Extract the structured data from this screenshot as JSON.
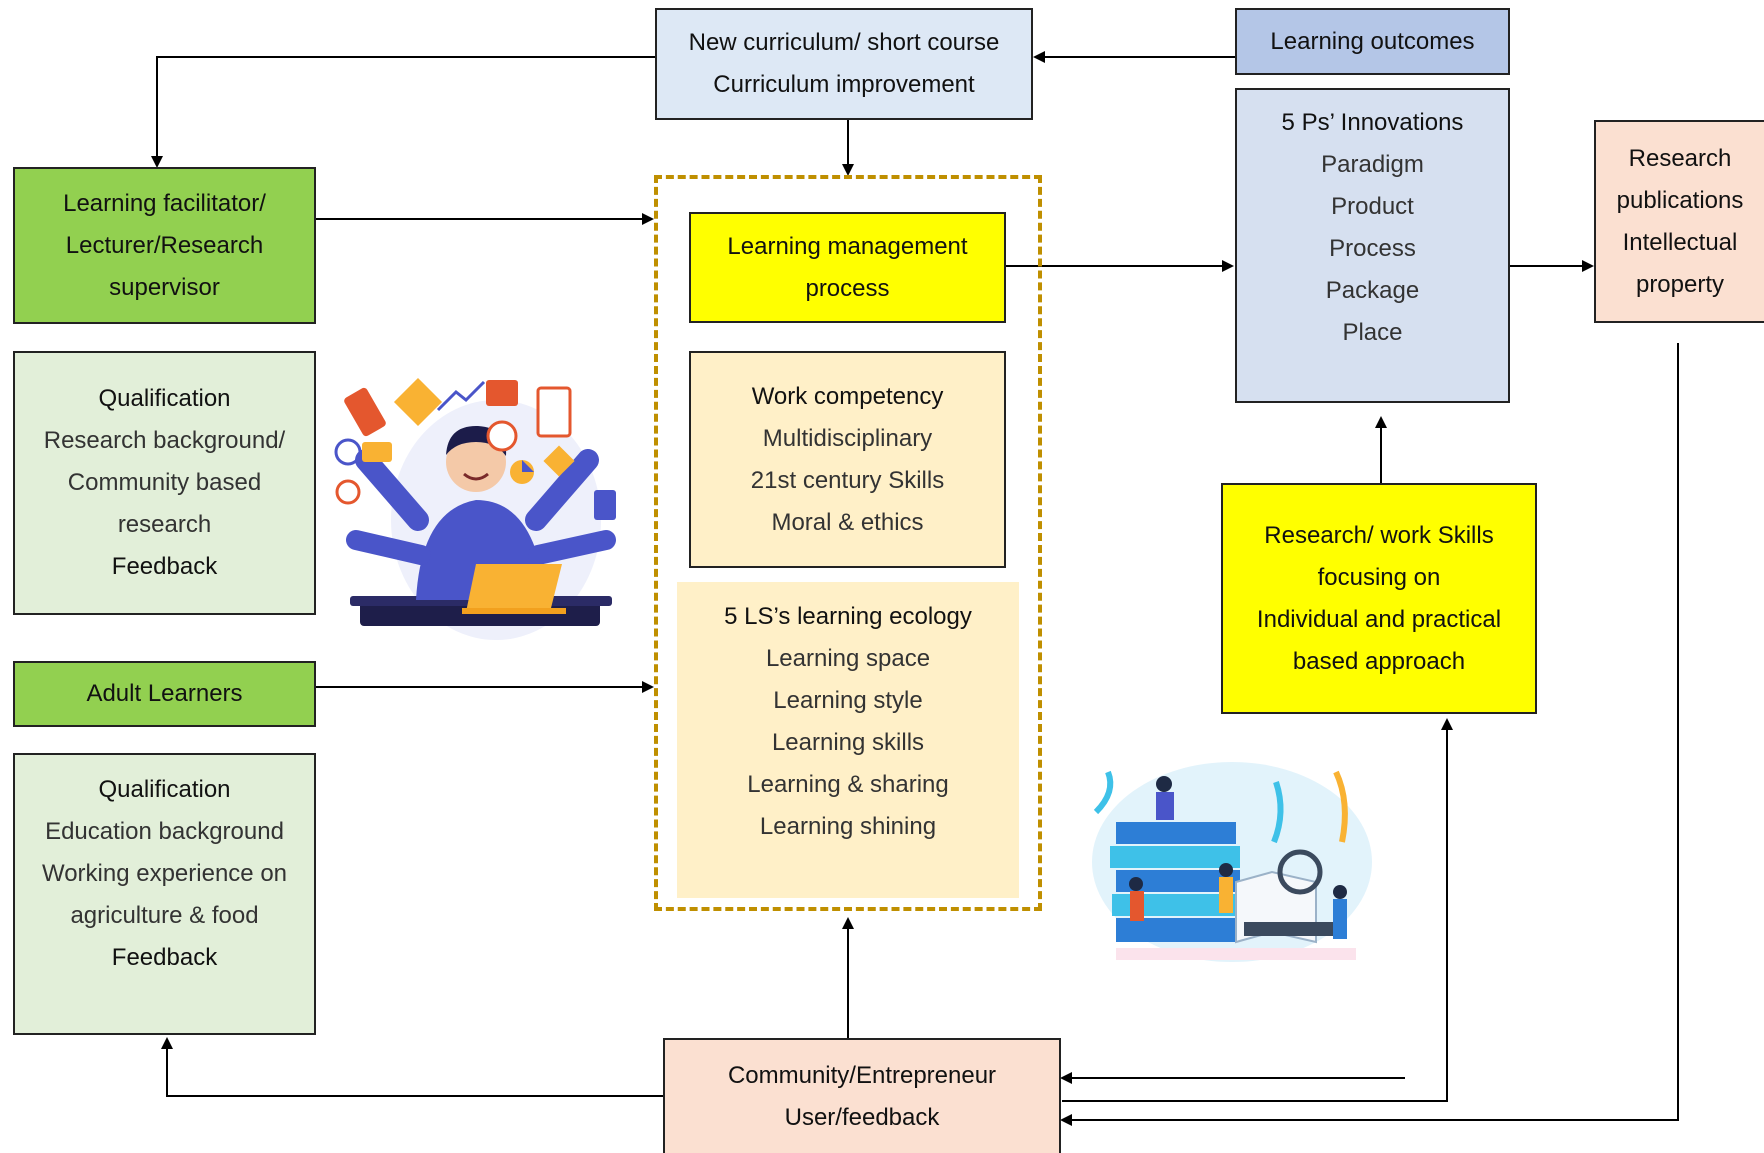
{
  "curriculum": {
    "lines": [
      "New curriculum/ short course",
      "Curriculum improvement"
    ]
  },
  "learning_outcomes": {
    "label": "Learning outcomes"
  },
  "innovations": {
    "title": "5 Ps’ Innovations",
    "items": [
      "Paradigm",
      "Product",
      "Process",
      "Package",
      "Place"
    ]
  },
  "research_pubs": {
    "lines": [
      "Research",
      "publications",
      "Intellectual",
      "property"
    ]
  },
  "facilitator": {
    "lines": [
      "Learning facilitator/",
      "Lecturer/Research",
      "supervisor"
    ]
  },
  "facilitator_qual": {
    "title": "Qualification",
    "lines": [
      "Research background/",
      "Community based",
      "research"
    ],
    "feedback": "Feedback"
  },
  "adult_learners": {
    "label": "Adult Learners"
  },
  "learner_qual": {
    "title": "Qualification",
    "lines": [
      "Education background",
      "Working experience on",
      "agriculture & food"
    ],
    "feedback": "Feedback"
  },
  "lmp": {
    "lines": [
      "Learning management",
      "process"
    ]
  },
  "work_competency": {
    "title": "Work competency",
    "items": [
      "Multidisciplinary",
      "21st century Skills",
      "Moral & ethics"
    ]
  },
  "ecology": {
    "title": "5 LS’s learning ecology",
    "items": [
      "Learning space",
      "Learning style",
      "Learning skills",
      "Learning & sharing",
      "Learning shining"
    ]
  },
  "research_skills": {
    "lines": [
      "Research/ work Skills",
      "focusing on",
      "Individual and practical",
      "based approach"
    ]
  },
  "community": {
    "lines": [
      "Community/Entrepreneur",
      "User/feedback"
    ]
  },
  "colors": {
    "green": "#92d050",
    "yellow": "#ffff00",
    "cream": "#fff0c8",
    "peach": "#fbe0d1",
    "blue": "#b4c6e7",
    "dashed": "#bf8f00"
  }
}
